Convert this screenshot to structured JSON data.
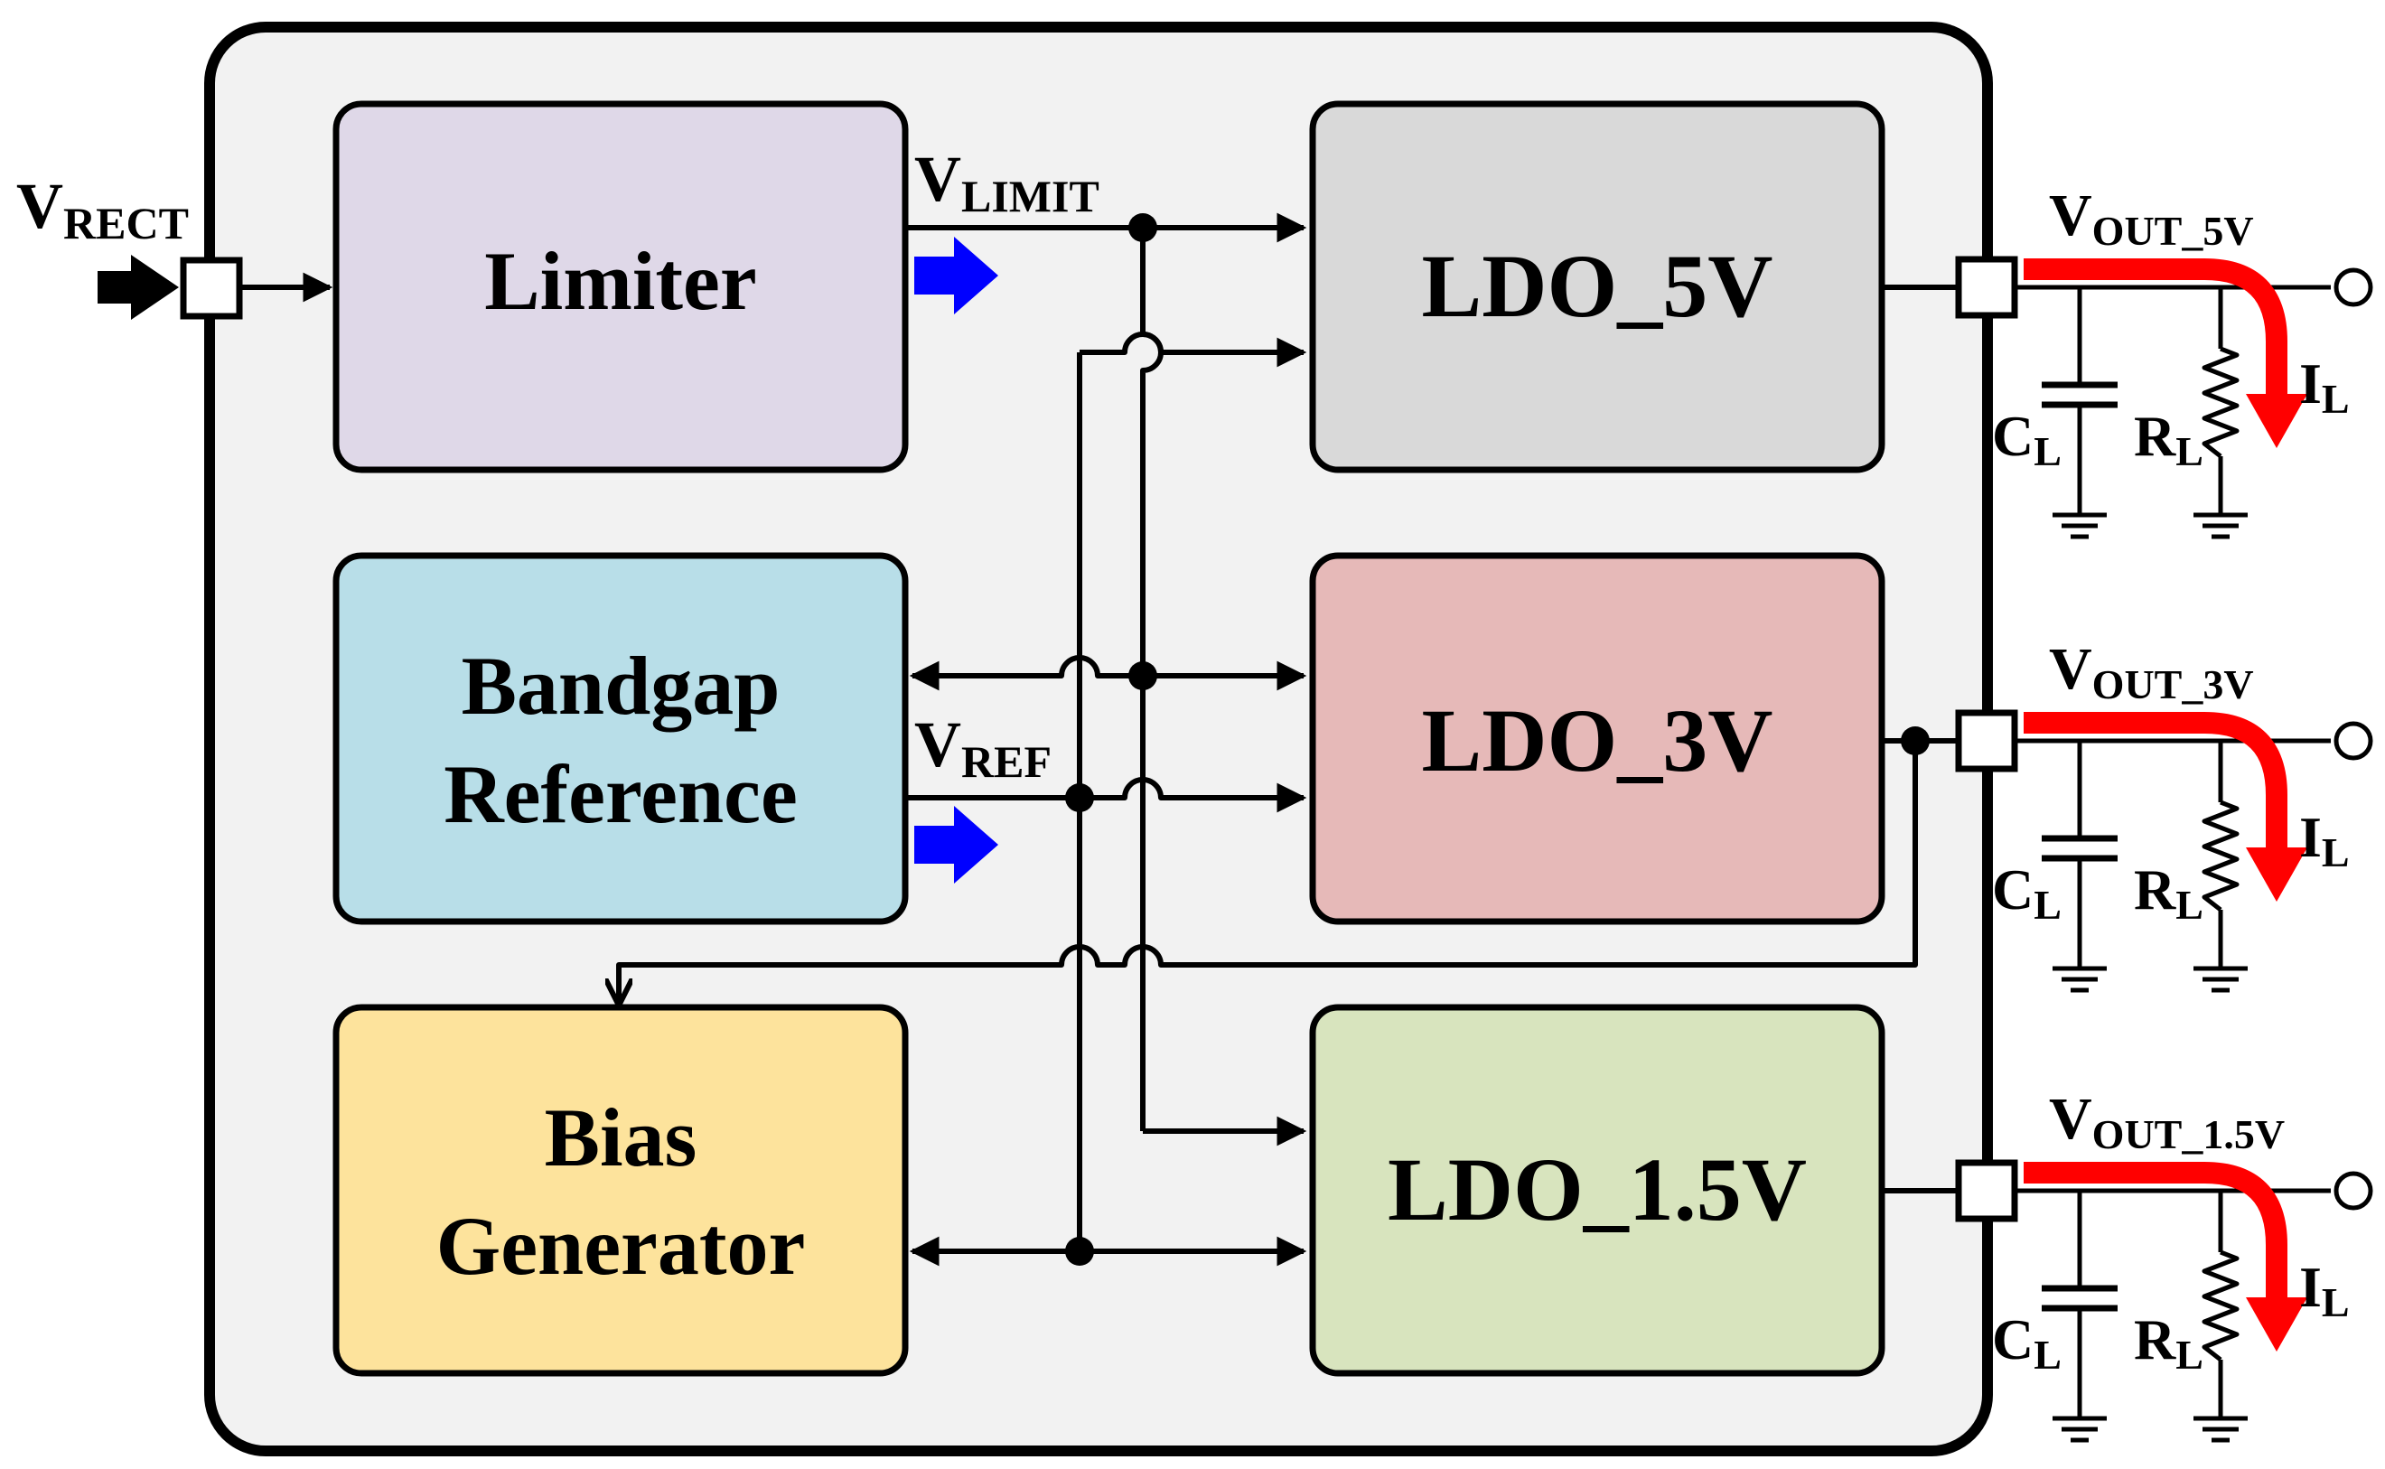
{
  "blocks": {
    "limiter": {
      "label": "Limiter",
      "fill": "#DFD8E8"
    },
    "bandgap": {
      "line1": "Bandgap",
      "line2": "Reference",
      "fill": "#B8DEE8"
    },
    "bias": {
      "line1": "Bias",
      "line2": "Generator",
      "fill": "#FDE39C"
    },
    "ldo5": {
      "label": "LDO_5V",
      "fill": "#D9D9D9"
    },
    "ldo3": {
      "label": "LDO_3V",
      "fill": "#E6B9B8"
    },
    "ldo15": {
      "label": "LDO_1.5V",
      "fill": "#D8E4BE"
    }
  },
  "signals": {
    "vrect": {
      "main": "V",
      "sub": "RECT"
    },
    "vlimit": {
      "main": "V",
      "sub": "LIMIT"
    },
    "vref": {
      "main": "V",
      "sub": "REF"
    }
  },
  "outputs": [
    {
      "main": "V",
      "sub": "OUT_5V",
      "cap": "C",
      "cap_sub": "L",
      "res": "R",
      "res_sub": "L",
      "cur": "I",
      "cur_sub": "L"
    },
    {
      "main": "V",
      "sub": "OUT_3V",
      "cap": "C",
      "cap_sub": "L",
      "res": "R",
      "res_sub": "L",
      "cur": "I",
      "cur_sub": "L"
    },
    {
      "main": "V",
      "sub": "OUT_1.5V",
      "cap": "C",
      "cap_sub": "L",
      "res": "R",
      "res_sub": "L",
      "cur": "I",
      "cur_sub": "L"
    }
  ],
  "colors": {
    "chip_fill": "#F2F2F2",
    "current_arrow": "#FF0000",
    "signal_arrow": "#0000FF"
  }
}
